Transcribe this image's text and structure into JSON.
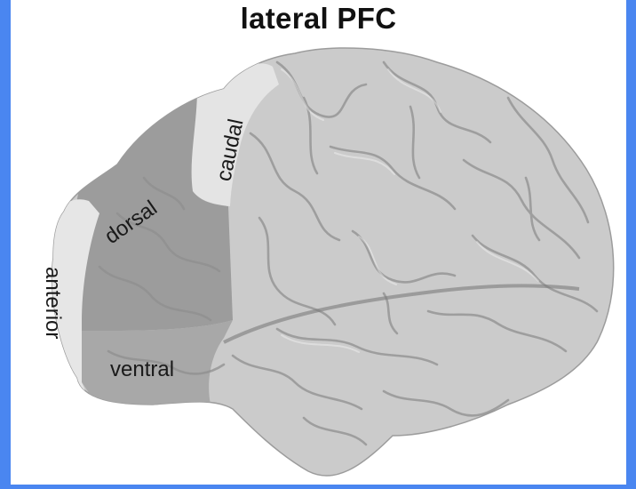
{
  "title": "lateral PFC",
  "regions": {
    "caudal": "caudal",
    "dorsal": "dorsal",
    "anterior": "anterior",
    "ventral": "ventral"
  },
  "colors": {
    "frame": "#4a86f0",
    "background": "#ffffff",
    "cortex": "#c9c9c9",
    "dorsal_region": "#9a9a9a",
    "ventral_region": "#a9a9a9",
    "light_region": "#e4e4e4"
  }
}
